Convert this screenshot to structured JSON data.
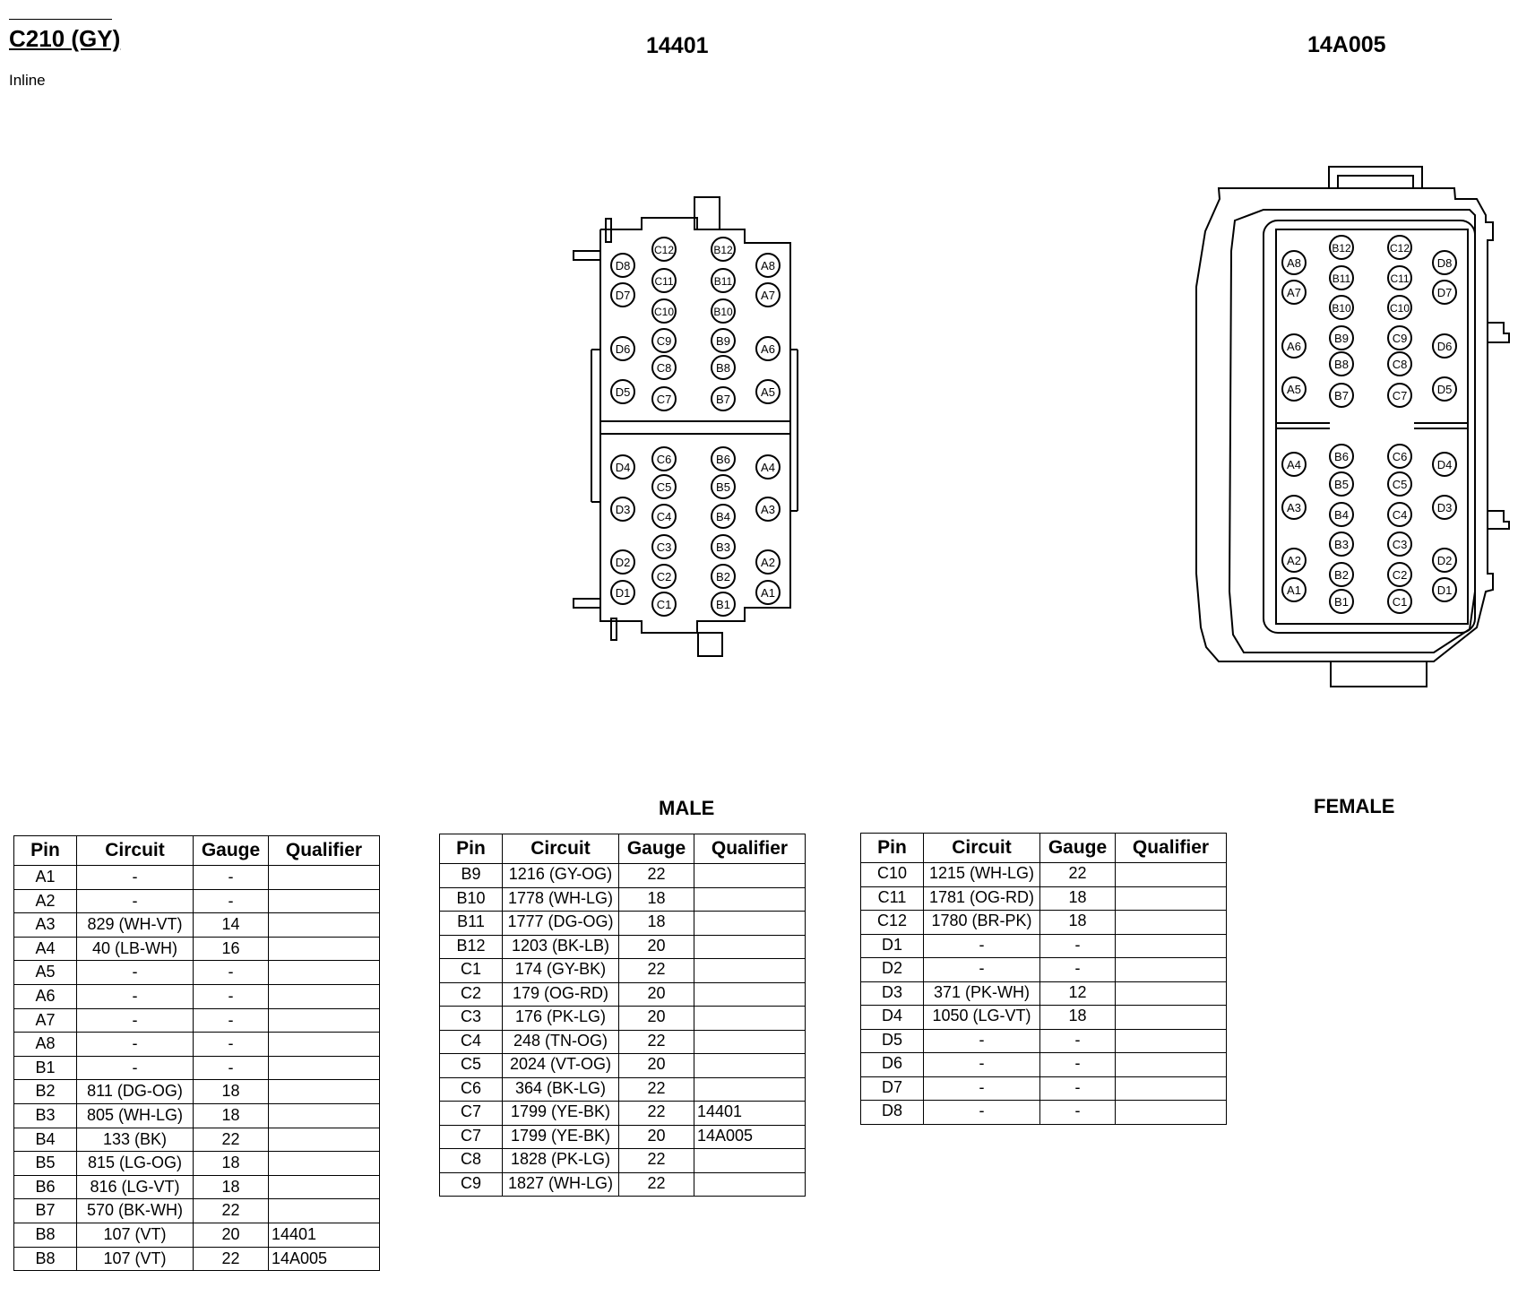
{
  "header": {
    "connector_title": "C210 (GY)",
    "connector_type": "Inline",
    "left_connector_number": "14401",
    "right_connector_number": "14A005",
    "male_label": "MALE",
    "female_label": "FEMALE"
  },
  "table_columns": [
    "Pin",
    "Circuit",
    "Gauge",
    "Qualifier"
  ],
  "tables": [
    {
      "rows": [
        {
          "pin": "A1",
          "circuit": "-",
          "gauge": "-",
          "qualifier": ""
        },
        {
          "pin": "A2",
          "circuit": "-",
          "gauge": "-",
          "qualifier": ""
        },
        {
          "pin": "A3",
          "circuit": "829 (WH-VT)",
          "gauge": "14",
          "qualifier": ""
        },
        {
          "pin": "A4",
          "circuit": "40 (LB-WH)",
          "gauge": "16",
          "qualifier": ""
        },
        {
          "pin": "A5",
          "circuit": "-",
          "gauge": "-",
          "qualifier": ""
        },
        {
          "pin": "A6",
          "circuit": "-",
          "gauge": "-",
          "qualifier": ""
        },
        {
          "pin": "A7",
          "circuit": "-",
          "gauge": "-",
          "qualifier": ""
        },
        {
          "pin": "A8",
          "circuit": "-",
          "gauge": "-",
          "qualifier": ""
        },
        {
          "pin": "B1",
          "circuit": "-",
          "gauge": "-",
          "qualifier": ""
        },
        {
          "pin": "B2",
          "circuit": "811 (DG-OG)",
          "gauge": "18",
          "qualifier": ""
        },
        {
          "pin": "B3",
          "circuit": "805 (WH-LG)",
          "gauge": "18",
          "qualifier": ""
        },
        {
          "pin": "B4",
          "circuit": "133 (BK)",
          "gauge": "22",
          "qualifier": ""
        },
        {
          "pin": "B5",
          "circuit": "815 (LG-OG)",
          "gauge": "18",
          "qualifier": ""
        },
        {
          "pin": "B6",
          "circuit": "816 (LG-VT)",
          "gauge": "18",
          "qualifier": ""
        },
        {
          "pin": "B7",
          "circuit": "570 (BK-WH)",
          "gauge": "22",
          "qualifier": ""
        },
        {
          "pin": "B8",
          "circuit": "107 (VT)",
          "gauge": "20",
          "qualifier": "14401"
        },
        {
          "pin": "B8",
          "circuit": "107 (VT)",
          "gauge": "22",
          "qualifier": "14A005"
        }
      ]
    },
    {
      "rows": [
        {
          "pin": "B9",
          "circuit": "1216 (GY-OG)",
          "gauge": "22",
          "qualifier": ""
        },
        {
          "pin": "B10",
          "circuit": "1778 (WH-LG)",
          "gauge": "18",
          "qualifier": ""
        },
        {
          "pin": "B11",
          "circuit": "1777 (DG-OG)",
          "gauge": "18",
          "qualifier": ""
        },
        {
          "pin": "B12",
          "circuit": "1203 (BK-LB)",
          "gauge": "20",
          "qualifier": ""
        },
        {
          "pin": "C1",
          "circuit": "174 (GY-BK)",
          "gauge": "22",
          "qualifier": ""
        },
        {
          "pin": "C2",
          "circuit": "179 (OG-RD)",
          "gauge": "20",
          "qualifier": ""
        },
        {
          "pin": "C3",
          "circuit": "176 (PK-LG)",
          "gauge": "20",
          "qualifier": ""
        },
        {
          "pin": "C4",
          "circuit": "248 (TN-OG)",
          "gauge": "22",
          "qualifier": ""
        },
        {
          "pin": "C5",
          "circuit": "2024 (VT-OG)",
          "gauge": "20",
          "qualifier": ""
        },
        {
          "pin": "C6",
          "circuit": "364 (BK-LG)",
          "gauge": "22",
          "qualifier": ""
        },
        {
          "pin": "C7",
          "circuit": "1799 (YE-BK)",
          "gauge": "22",
          "qualifier": "14401"
        },
        {
          "pin": "C7",
          "circuit": "1799 (YE-BK)",
          "gauge": "20",
          "qualifier": "14A005"
        },
        {
          "pin": "C8",
          "circuit": "1828 (PK-LG)",
          "gauge": "22",
          "qualifier": ""
        },
        {
          "pin": "C9",
          "circuit": "1827 (WH-LG)",
          "gauge": "22",
          "qualifier": ""
        }
      ]
    },
    {
      "rows": [
        {
          "pin": "C10",
          "circuit": "1215 (WH-LG)",
          "gauge": "22",
          "qualifier": ""
        },
        {
          "pin": "C11",
          "circuit": "1781 (OG-RD)",
          "gauge": "18",
          "qualifier": ""
        },
        {
          "pin": "C12",
          "circuit": "1780 (BR-PK)",
          "gauge": "18",
          "qualifier": ""
        },
        {
          "pin": "D1",
          "circuit": "-",
          "gauge": "-",
          "qualifier": ""
        },
        {
          "pin": "D2",
          "circuit": "-",
          "gauge": "-",
          "qualifier": ""
        },
        {
          "pin": "D3",
          "circuit": "371 (PK-WH)",
          "gauge": "12",
          "qualifier": ""
        },
        {
          "pin": "D4",
          "circuit": "1050 (LG-VT)",
          "gauge": "18",
          "qualifier": ""
        },
        {
          "pin": "D5",
          "circuit": "-",
          "gauge": "-",
          "qualifier": ""
        },
        {
          "pin": "D6",
          "circuit": "-",
          "gauge": "-",
          "qualifier": ""
        },
        {
          "pin": "D7",
          "circuit": "-",
          "gauge": "-",
          "qualifier": ""
        },
        {
          "pin": "D8",
          "circuit": "-",
          "gauge": "-",
          "qualifier": ""
        }
      ]
    }
  ],
  "male_connector_pins": [
    "D8",
    "D7",
    "D6",
    "D5",
    "D4",
    "D3",
    "D2",
    "D1",
    "C12",
    "C11",
    "C10",
    "C9",
    "C8",
    "C7",
    "C6",
    "C5",
    "C4",
    "C3",
    "C2",
    "C1",
    "B12",
    "B11",
    "B10",
    "B9",
    "B8",
    "B7",
    "B6",
    "B5",
    "B4",
    "B3",
    "B2",
    "B1",
    "A8",
    "A7",
    "A6",
    "A5",
    "A4",
    "A3",
    "A2",
    "A1"
  ],
  "female_connector_pins": [
    "A8",
    "A7",
    "A6",
    "A5",
    "A4",
    "A3",
    "A2",
    "A1",
    "B12",
    "B11",
    "B10",
    "B9",
    "B8",
    "B7",
    "B6",
    "B5",
    "B4",
    "B3",
    "B2",
    "B1",
    "C12",
    "C11",
    "C10",
    "C9",
    "C8",
    "C7",
    "C6",
    "C5",
    "C4",
    "C3",
    "C2",
    "C1",
    "D8",
    "D7",
    "D6",
    "D5",
    "D4",
    "D3",
    "D2",
    "D1"
  ]
}
